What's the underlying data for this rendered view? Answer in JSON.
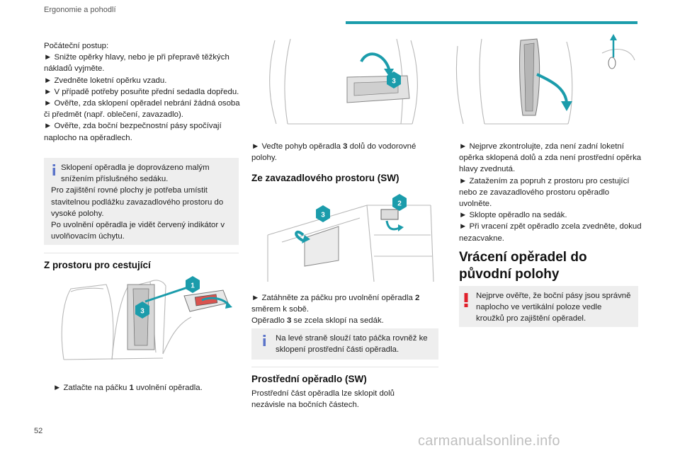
{
  "header": {
    "section_title": "Ergonomie a pohodlí",
    "accent_color": "#1b9cab"
  },
  "page_number": "52",
  "watermark": "carmanualsonline.info",
  "col1": {
    "intro_title": "Počáteční postup:",
    "steps": [
      "► Snižte opěrky hlavy, nebo je při přepravě těžkých nákladů vyjměte.",
      "► Zvedněte loketní opěrku vzadu.",
      "► V případě potřeby posuňte přední sedadla dopředu.",
      "► Ověřte, zda sklopení opěradel nebrání žádná osoba či předmět (např. oblečení, zavazadlo).",
      "► Ověřte, zda boční bezpečnostní pásy spočívají naplocho na opěradlech."
    ],
    "note": {
      "icon": "info-icon",
      "lines": [
        "Sklopení opěradla je doprovázeno malým snížením příslušného sedáku.",
        "Pro zajištění rovné plochy je potřeba umístit stavitelnou podlážku zavazadlového prostoru do vysoké polohy.",
        "Po uvolnění opěradla je vidět červený indikátor v uvolňovacím úchytu."
      ]
    },
    "section_title": "Z prostoru pro cestující",
    "figure_callouts": [
      "1",
      "3"
    ],
    "caption_pre": "► Zatlačte na páčku ",
    "caption_bold": "1",
    "caption_post": " uvolnění opěradla."
  },
  "col2": {
    "figure_top_callouts": [
      "3"
    ],
    "step_pre": "► Veďte pohyb opěradla ",
    "step_bold": "3",
    "step_post": " dolů do vodorovné polohy.",
    "section_title": "Ze zavazadlového prostoru (SW)",
    "figure_callouts": [
      "3",
      "2"
    ],
    "caption1_pre": "► Zatáhněte za páčku pro uvolnění opěradla ",
    "caption1_bold": "2",
    "caption1_post": " směrem k sobě.",
    "caption2_pre": "Opěradlo ",
    "caption2_bold": "3",
    "caption2_post": " se zcela sklopí na sedák.",
    "note": {
      "icon": "info-icon",
      "text": "Na levé straně slouží tato páčka rovněž ke sklopení prostřední části opěradla."
    },
    "subsection_title": "Prostřední opěradlo (SW)",
    "subsection_text": "Prostřední část opěradla lze sklopit dolů nezávisle na bočních částech."
  },
  "col3": {
    "steps": [
      "► Nejprve zkontrolujte, zda není zadní loketní opěrka sklopená dolů a zda není prostřední opěrka hlavy zvednutá.",
      "► Zatažením za popruh z prostoru pro cestující nebo ze zavazadlového prostoru opěradlo uvolněte.",
      "► Sklopte opěradlo na sedák.",
      "► Při vracení zpět opěradlo zcela zvedněte, dokud nezacvakne."
    ],
    "section_title": "Vrácení opěradel do původní polohy",
    "warning": {
      "icon": "warning-icon",
      "color": "#e0202b",
      "text": "Nejprve ověřte, že boční pásy jsou správně naplocho ve vertikální poloze vedle kroužků pro zajištění opěradel."
    }
  },
  "colors": {
    "callout": "#1b9cab",
    "note_bg": "#eeeeee",
    "warning": "#e0202b"
  }
}
